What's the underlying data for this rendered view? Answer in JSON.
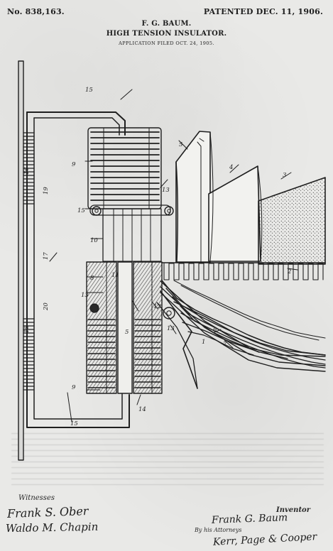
{
  "header": {
    "patent_number": "No. 838,163.",
    "patent_date": "PATENTED DEC. 11, 1906.",
    "inventor_name": "F. G. BAUM.",
    "title": "HIGH TENSION INSULATOR.",
    "application": "APPLICATION FILED OCT. 24, 1905."
  },
  "figure_labels": {
    "l1": "1",
    "l2": "2",
    "l3": "3",
    "l4": "4",
    "l5": "5",
    "l6": "6",
    "l7": "7",
    "l8": "8",
    "l9": "9",
    "l10": "10",
    "l11": "11",
    "l12": "12",
    "l13": "13",
    "l14": "14",
    "l15": "15",
    "l16": "16",
    "l17": "17",
    "l18": "18",
    "l19": "19",
    "l20": "20"
  },
  "footer": {
    "witnesses": "Witnesses",
    "inventor": "Inventor",
    "attorneys": "By his Attorneys",
    "witness_sig_1": "Frank S. Ober",
    "witness_sig_2": "Waldo M. Chapin",
    "inventor_sig": "Frank G. Baum",
    "attorney_sig": "Kerr, Page & Cooper"
  },
  "colors": {
    "paper": "#e9e9e7",
    "ink": "#1f1f1f"
  }
}
